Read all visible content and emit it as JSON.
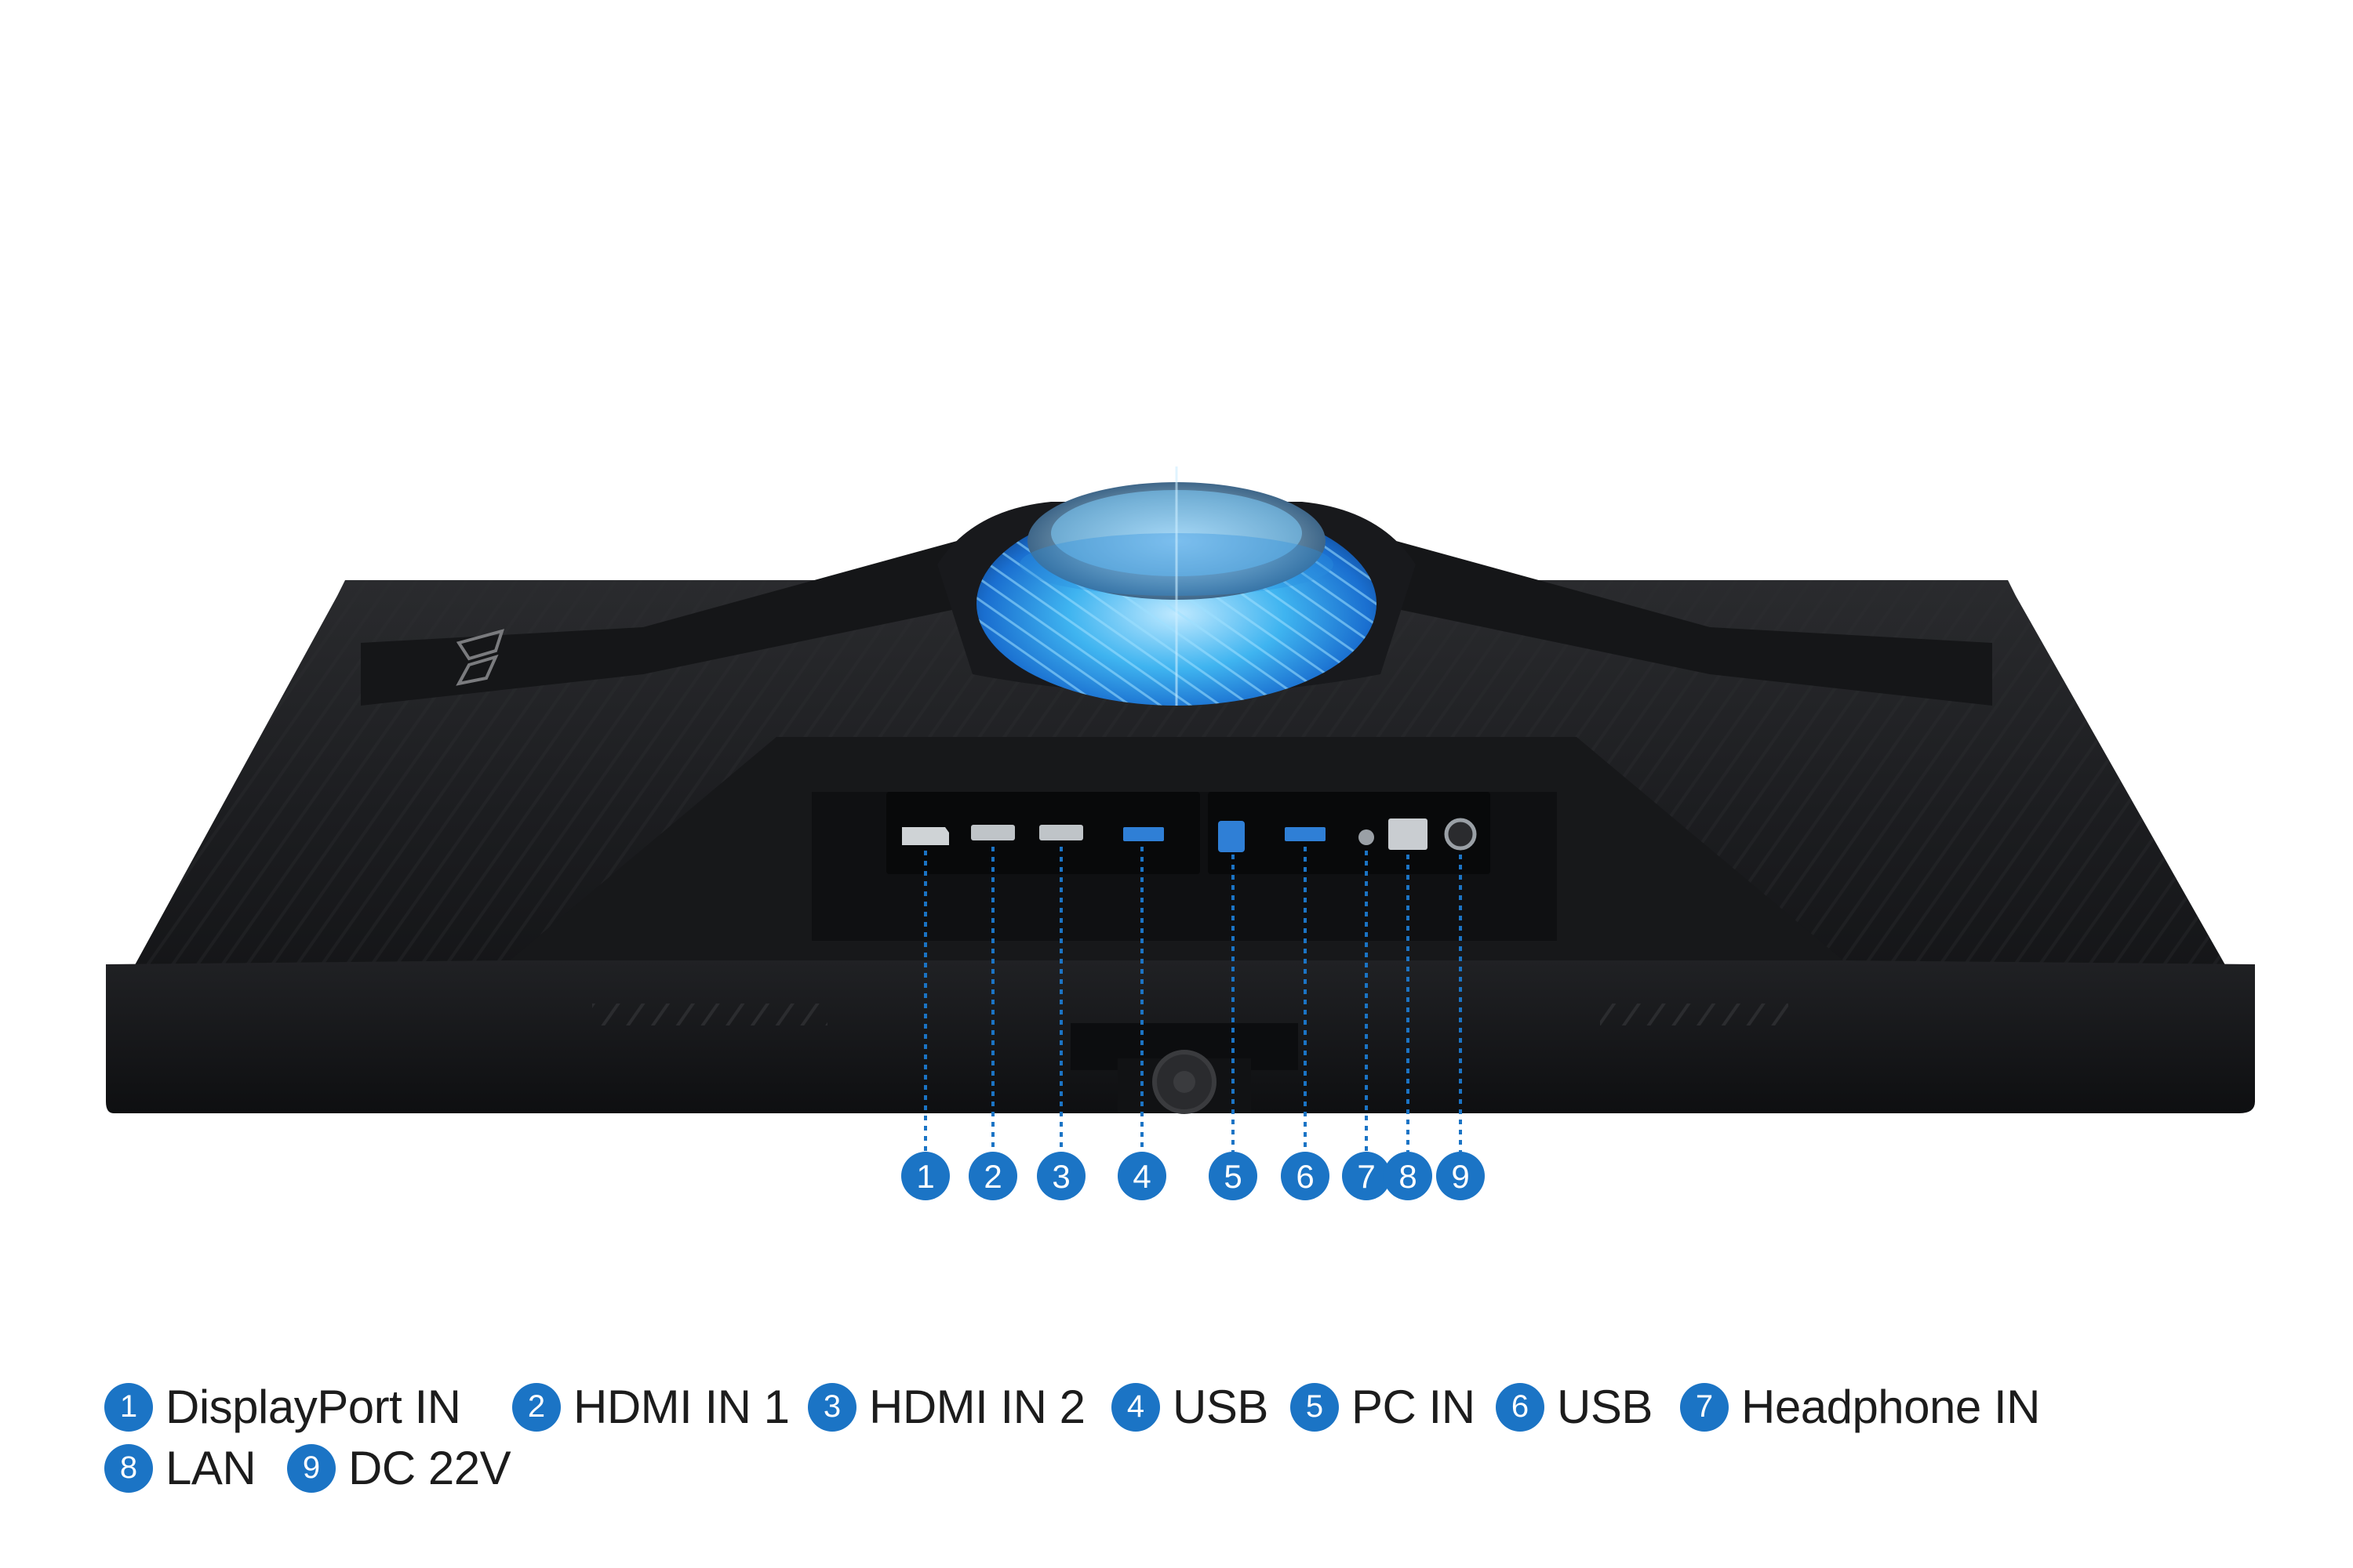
{
  "colors": {
    "background": "#ffffff",
    "body": "#1f2022",
    "body_dark": "#121315",
    "accent_blue": "#1b74c5",
    "glow_cyan": "#35b8f5",
    "text": "#1c1c1c"
  },
  "ports": [
    {
      "num": "1",
      "label": "DisplayPort IN"
    },
    {
      "num": "2",
      "label": "HDMI IN 1"
    },
    {
      "num": "3",
      "label": "HDMI IN 2"
    },
    {
      "num": "4",
      "label": "USB"
    },
    {
      "num": "5",
      "label": "PC IN"
    },
    {
      "num": "6",
      "label": "USB"
    },
    {
      "num": "7",
      "label": "Headphone IN"
    },
    {
      "num": "8",
      "label": "LAN"
    },
    {
      "num": "9",
      "label": "DC 22V"
    }
  ]
}
